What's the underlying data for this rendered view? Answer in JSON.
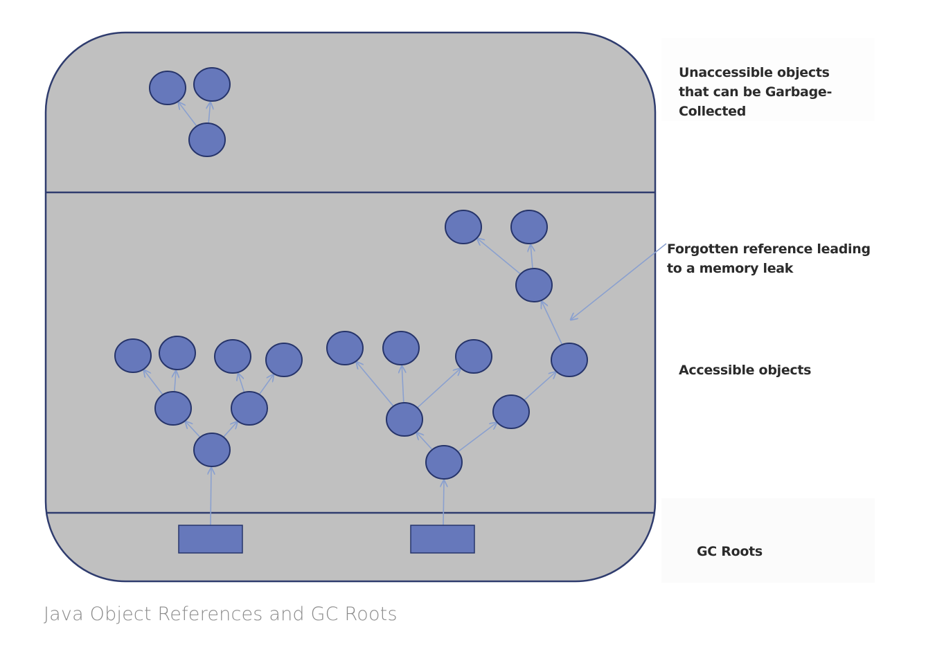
{
  "labels": {
    "unaccessible": [
      "Unaccessible objects",
      "that can be Garbage-",
      "Collected"
    ],
    "forgotten": [
      "Forgotten reference leading",
      "to a memory leak"
    ],
    "accessible": "Accessible objects",
    "gc_roots": "GC Roots"
  },
  "caption": "Java Object References and GC Roots",
  "colors": {
    "panel": "#c0c0c0",
    "outline": "#2f3c6e",
    "node_fill": "#6678bb",
    "node_stroke": "#26346a",
    "arrow": "#8aa0cf"
  }
}
